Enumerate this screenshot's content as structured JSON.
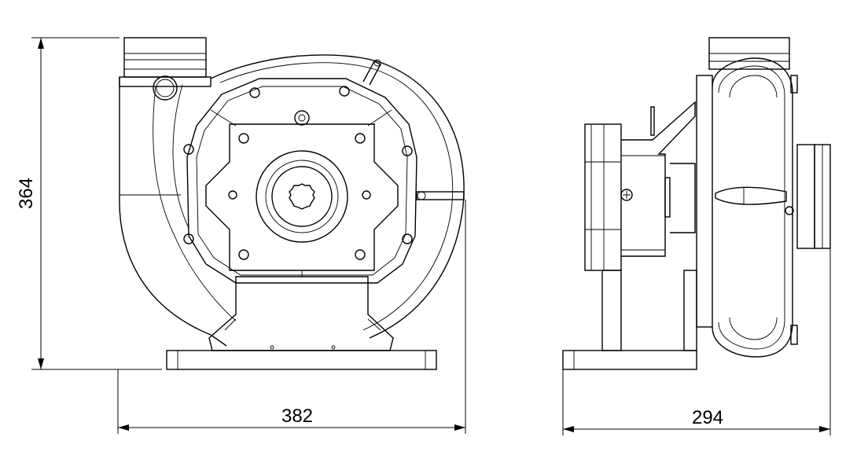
{
  "dimensions": {
    "height": "364",
    "front_width": "382",
    "side_width": "294"
  }
}
